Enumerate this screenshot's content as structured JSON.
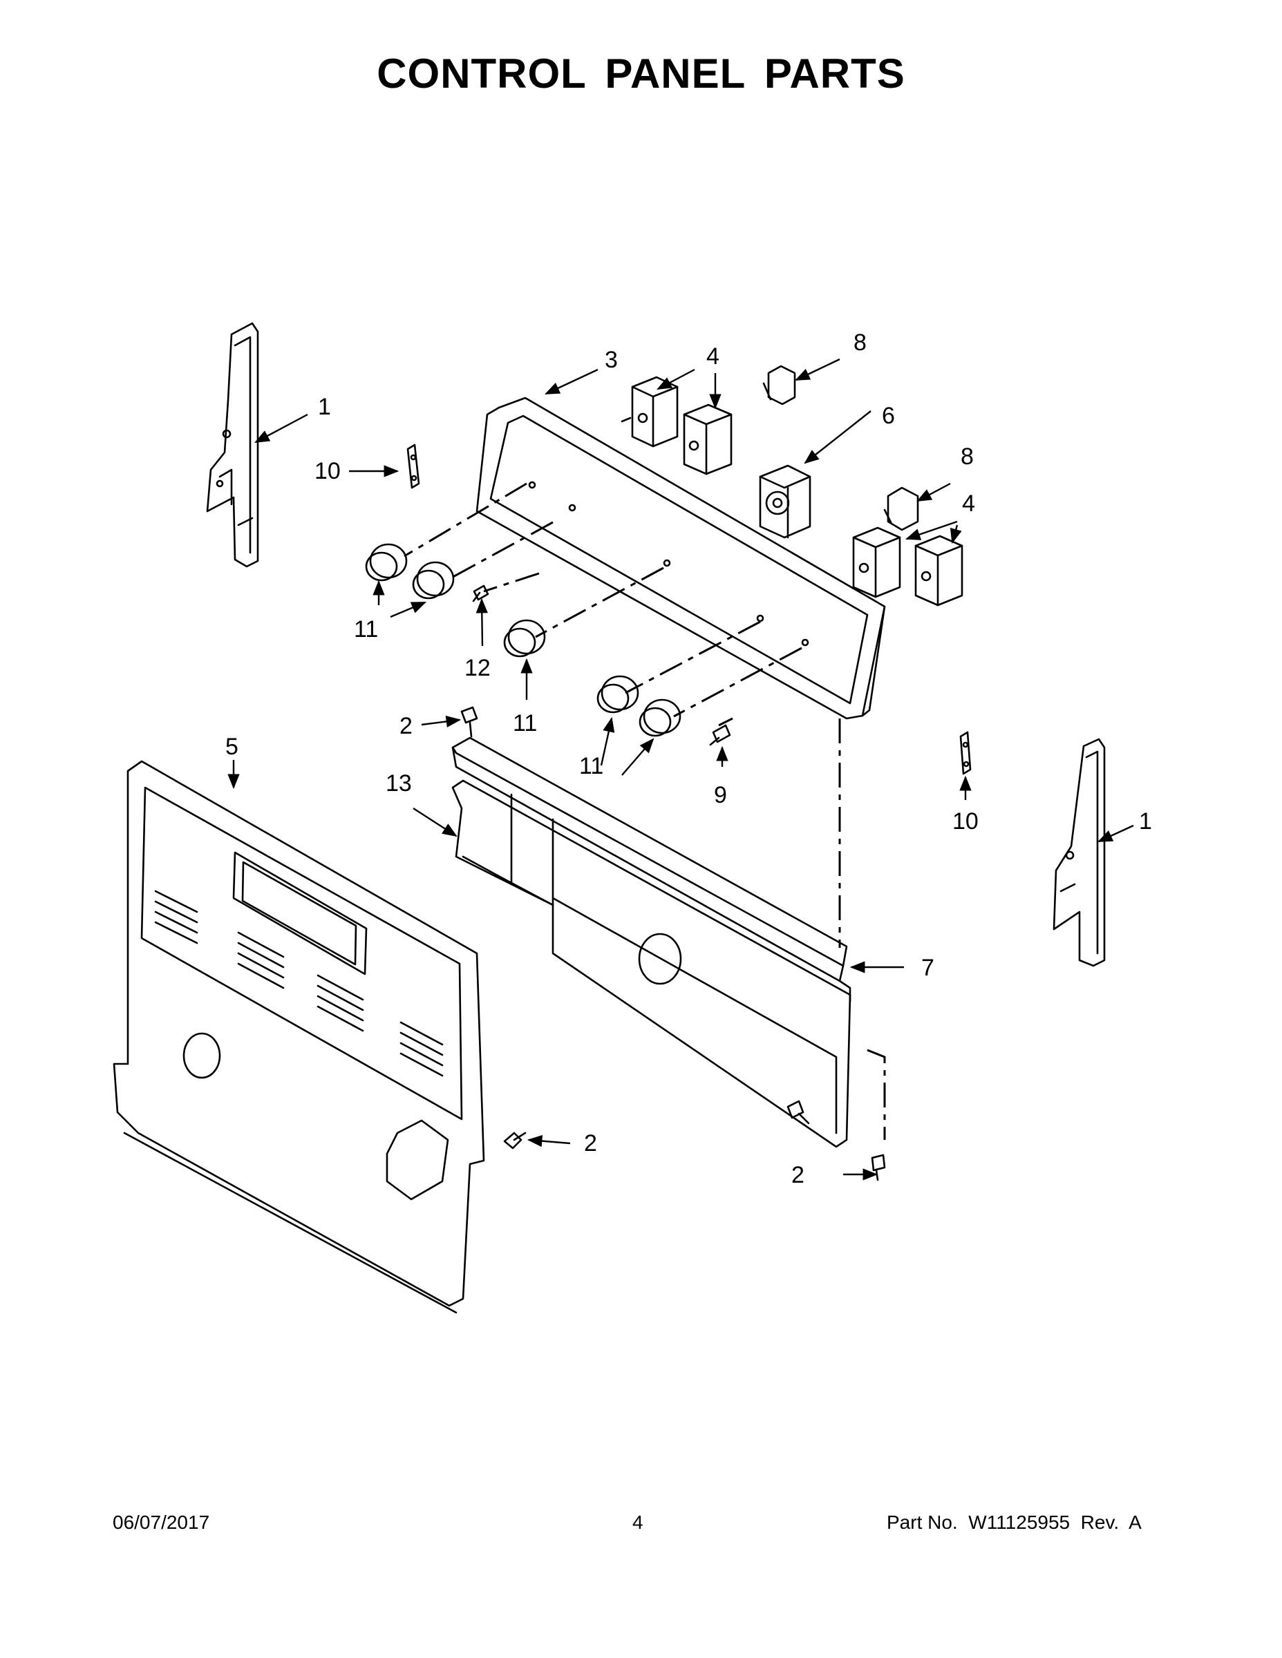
{
  "title": "CONTROL PANEL PARTS",
  "callouts": [
    "1",
    "10",
    "3",
    "4",
    "8",
    "6",
    "8",
    "4",
    "11",
    "12",
    "11",
    "11",
    "9",
    "2",
    "5",
    "13",
    "7",
    "10",
    "1",
    "2",
    "2"
  ],
  "footer": {
    "date": "06/07/2017",
    "page": "4",
    "part_number": "Part No.  W11125955  Rev.  A"
  }
}
